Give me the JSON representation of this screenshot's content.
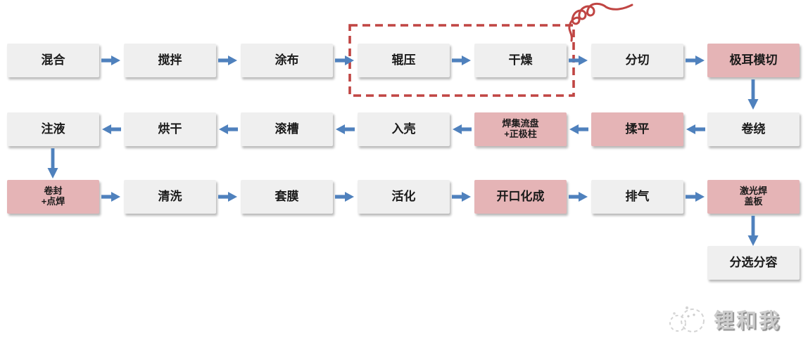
{
  "diagram": {
    "type": "process-flowchart",
    "subject": "battery cell manufacturing process",
    "colors": {
      "node_gray": "#efefef",
      "node_pink": "#e5b4b6",
      "arrow_blue": "#4f81bd",
      "annotation_red": "#c04543",
      "text": "#1a1a1a",
      "watermark_gray": "#cdcdcd"
    }
  },
  "flow": {
    "rows": [
      {
        "direction": "left-to-right",
        "nodes": [
          {
            "label": "混合",
            "variant": "gray"
          },
          {
            "label": "搅拌",
            "variant": "gray"
          },
          {
            "label": "涂布",
            "variant": "gray"
          },
          {
            "label": "辊压",
            "variant": "gray",
            "in_dashed_group": true
          },
          {
            "label": "干燥",
            "variant": "gray",
            "in_dashed_group": true
          },
          {
            "label": "分切",
            "variant": "gray"
          },
          {
            "label": "极耳模切",
            "variant": "pink"
          }
        ]
      },
      {
        "direction": "right-to-left",
        "nodes": [
          {
            "label": "注液",
            "variant": "gray"
          },
          {
            "label": "烘干",
            "variant": "gray"
          },
          {
            "label": "滚槽",
            "variant": "gray"
          },
          {
            "label": "入壳",
            "variant": "gray"
          },
          {
            "label": "焊集流盘\n+正极柱",
            "variant": "pink"
          },
          {
            "label": "揉平",
            "variant": "pink"
          },
          {
            "label": "卷绕",
            "variant": "gray"
          }
        ]
      },
      {
        "direction": "left-to-right",
        "nodes": [
          {
            "label": "卷封\n+点焊",
            "variant": "pink"
          },
          {
            "label": "清洗",
            "variant": "gray"
          },
          {
            "label": "套膜",
            "variant": "gray"
          },
          {
            "label": "活化",
            "variant": "gray"
          },
          {
            "label": "开口化成",
            "variant": "pink"
          },
          {
            "label": "排气",
            "variant": "gray"
          },
          {
            "label": "激光焊\n盖板",
            "variant": "pink"
          }
        ]
      }
    ],
    "final_node": {
      "label": "分选分容",
      "variant": "gray"
    },
    "annotation": {
      "dashed_box_around": [
        "辊压",
        "干燥"
      ],
      "scribble_icon": "scribble-annotation-icon"
    }
  },
  "watermark": {
    "icon": "doodle-logo-icon",
    "text": "锂和我"
  }
}
